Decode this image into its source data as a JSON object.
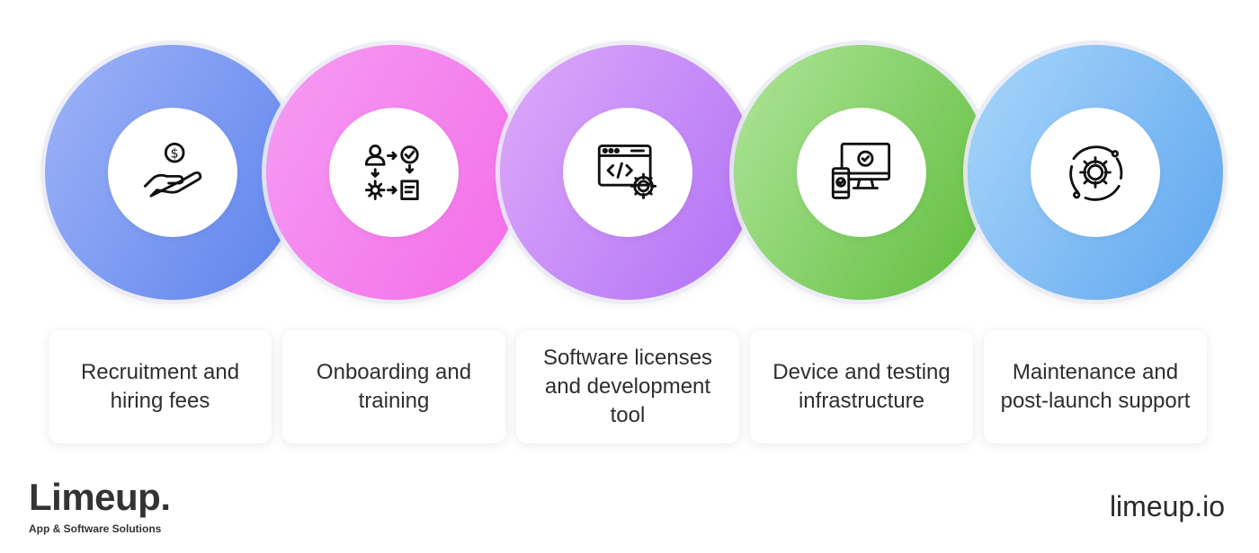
{
  "steps": [
    {
      "icon": "hand-coin-icon",
      "label": "Recruitment and hiring fees",
      "gradient": [
        "#9fb4f8",
        "#5c82ec"
      ]
    },
    {
      "icon": "onboarding-flow-icon",
      "label": "Onboarding and training",
      "gradient": [
        "#f59df3",
        "#f46ce8"
      ]
    },
    {
      "icon": "code-window-gear-icon",
      "label": "Software licenses and development tool",
      "gradient": [
        "#deaafa",
        "#b070f5"
      ]
    },
    {
      "icon": "monitor-phone-check-icon",
      "label": "Device and testing infrastructure",
      "gradient": [
        "#b0e59a",
        "#5fbd3c"
      ]
    },
    {
      "icon": "gear-cycle-icon",
      "label": "Maintenance and post-launch support",
      "gradient": [
        "#a9d6fa",
        "#5ea6ef"
      ]
    }
  ],
  "brand": {
    "name": "Limeup.",
    "tagline": "App & Software Solutions",
    "website": "limeup.io"
  }
}
